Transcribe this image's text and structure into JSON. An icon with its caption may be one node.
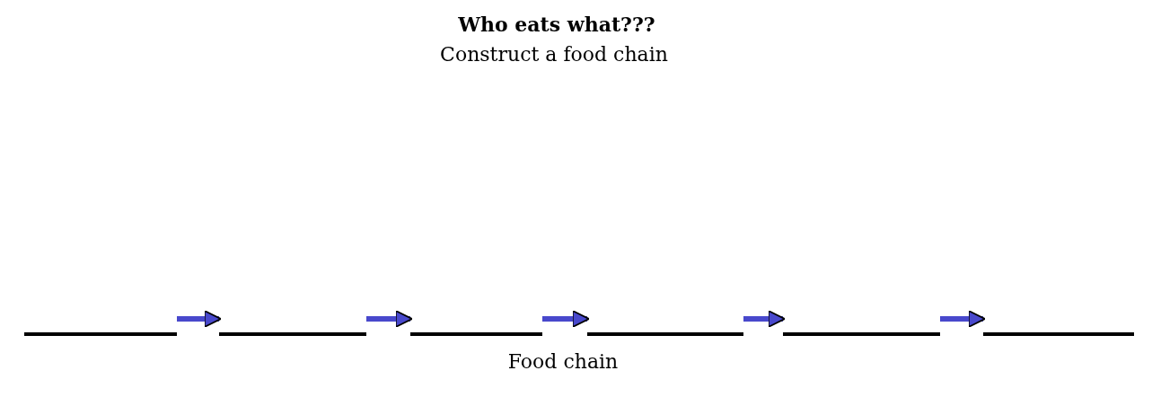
{
  "diagram": {
    "title": "Who eats what???",
    "caption": "Food chain",
    "labels": [
      "Construct a food chain"
    ],
    "nodes": [
      {
        "text": [],
        "shape": "line"
      },
      {
        "text": [],
        "shape": "line"
      },
      {
        "text": [],
        "shape": "line"
      },
      {
        "text": [],
        "shape": "line"
      },
      {
        "text": [],
        "shape": "line"
      },
      {
        "text": [],
        "shape": "line"
      }
    ],
    "edges": [
      {
        "from": 0,
        "to": 1,
        "arrow": "to"
      },
      {
        "from": 1,
        "to": 2,
        "arrow": "to"
      },
      {
        "from": 2,
        "to": 3,
        "arrow": "to"
      },
      {
        "from": 3,
        "to": 4,
        "arrow": "to"
      },
      {
        "from": 4,
        "to": 5,
        "arrow": "to"
      }
    ]
  }
}
